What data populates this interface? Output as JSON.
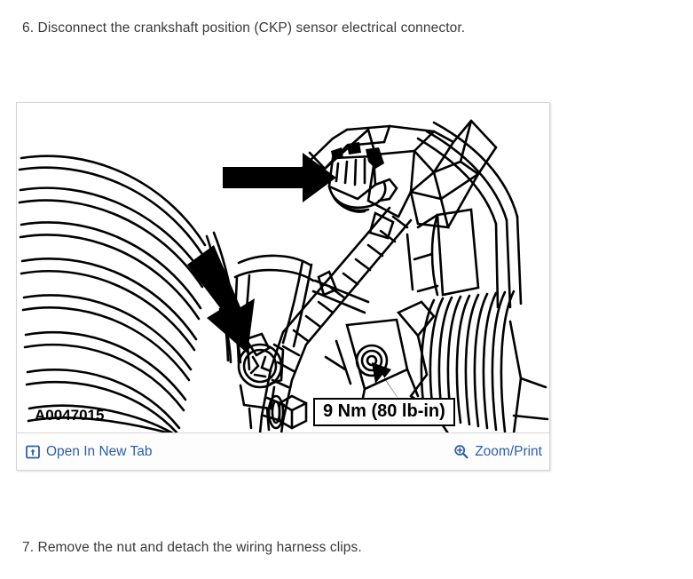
{
  "document": {
    "steps": [
      {
        "id": "step-6",
        "text": "6. Disconnect the crankshaft position (CKP) sensor electrical connector."
      },
      {
        "id": "step-7",
        "text": "7. Remove the nut and detach the wiring harness clips."
      }
    ]
  },
  "figure": {
    "image_id": "A0047015",
    "torque_callout": "9 Nm (80 lb-in)",
    "alt_description": "Line drawing of engine area showing CKP sensor electrical connector, wiring harness clips, ribbed belt, grooved pulley and retaining nut with callout arrows",
    "toolbar": {
      "open_in_new_tab_label": "Open In New Tab",
      "open_in_new_tab_icon": "external-link-icon",
      "zoom_print_label": "Zoom/Print",
      "zoom_print_icon": "magnifier-plus-icon"
    }
  },
  "colors": {
    "link_blue": "#2b5fa8",
    "text_gray": "#3a3a3a",
    "panel_border": "#d5d5d5",
    "line_art": "#000000",
    "page_background": "#ffffff"
  }
}
